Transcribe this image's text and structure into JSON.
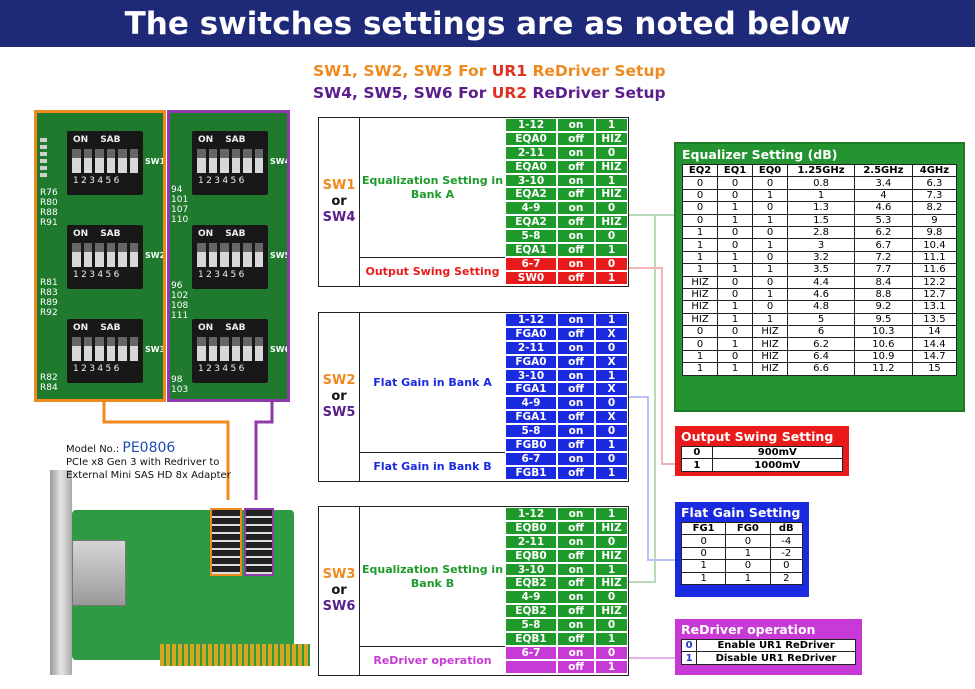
{
  "title": "The switches settings are as noted below",
  "subtitle1": {
    "prefix": "SW1, SW2, SW3 For ",
    "highlight": "UR1",
    "suffix": " ReDriver Setup"
  },
  "subtitle2": {
    "prefix": "SW4, SW5, SW6 For ",
    "highlight": "UR2",
    "suffix": " ReDriver Setup"
  },
  "photo": {
    "dip_on": "ON",
    "dip_sab": "SAB",
    "dip_nums": "123456",
    "left_labels": [
      "SW1",
      "SW2",
      "SW3"
    ],
    "right_labels": [
      "SW4",
      "SW5",
      "SW6"
    ],
    "left_res1": [
      "R76",
      "R80",
      "R88",
      "R91"
    ],
    "left_res2": [
      "R81",
      "R83",
      "R89",
      "R92"
    ],
    "left_res3": [
      "R82",
      "R84"
    ],
    "right_res1": [
      "94",
      "101",
      "107",
      "110"
    ],
    "right_res2": [
      "96",
      "102",
      "108",
      "111"
    ],
    "right_res3": [
      "98",
      "103"
    ]
  },
  "card": {
    "model_label": "Model No.:",
    "model_number": "PE0806",
    "desc_line1": "PCIe x8 Gen 3 with Redriver to",
    "desc_line2": "External Mini SAS HD 8x Adapter"
  },
  "blocks": [
    {
      "sw_a": "SW1",
      "or": "or",
      "sw_b": "SW4",
      "descs": [
        {
          "text": "Equalization Setting in Bank A",
          "color": "#1e9a2a"
        },
        {
          "text": "Output Swing Setting",
          "color": "#e81a1a"
        }
      ],
      "rows": [
        [
          "1-12",
          "on",
          "1",
          "#1e9a2a"
        ],
        [
          "EQA0",
          "off",
          "HIZ",
          "#1e9a2a"
        ],
        [
          "2-11",
          "on",
          "0",
          "#1e9a2a"
        ],
        [
          "EQA0",
          "off",
          "HIZ",
          "#1e9a2a"
        ],
        [
          "3-10",
          "on",
          "1",
          "#1e9a2a"
        ],
        [
          "EQA2",
          "off",
          "HIZ",
          "#1e9a2a"
        ],
        [
          "4-9",
          "on",
          "0",
          "#1e9a2a"
        ],
        [
          "EQA2",
          "off",
          "HIZ",
          "#1e9a2a"
        ],
        [
          "5-8",
          "on",
          "0",
          "#1e9a2a"
        ],
        [
          "EQA1",
          "off",
          "1",
          "#1e9a2a"
        ],
        [
          "6-7",
          "on",
          "0",
          "#e81a1a"
        ],
        [
          "SW0",
          "off",
          "1",
          "#e81a1a"
        ]
      ]
    },
    {
      "sw_a": "SW2",
      "or": "or",
      "sw_b": "SW5",
      "descs": [
        {
          "text": "Flat Gain in Bank A",
          "color": "#1a2ae0"
        },
        {
          "text": "Flat Gain in Bank B",
          "color": "#1a2ae0"
        }
      ],
      "rows": [
        [
          "1-12",
          "on",
          "1",
          "#1a2ae0"
        ],
        [
          "FGA0",
          "off",
          "X",
          "#1a2ae0"
        ],
        [
          "2-11",
          "on",
          "0",
          "#1a2ae0"
        ],
        [
          "FGA0",
          "off",
          "X",
          "#1a2ae0"
        ],
        [
          "3-10",
          "on",
          "1",
          "#1a2ae0"
        ],
        [
          "FGA1",
          "off",
          "X",
          "#1a2ae0"
        ],
        [
          "4-9",
          "on",
          "0",
          "#1a2ae0"
        ],
        [
          "FGA1",
          "off",
          "X",
          "#1a2ae0"
        ],
        [
          "5-8",
          "on",
          "0",
          "#1a2ae0"
        ],
        [
          "FGB0",
          "off",
          "1",
          "#1a2ae0"
        ],
        [
          "6-7",
          "on",
          "0",
          "#1a2ae0"
        ],
        [
          "FGB1",
          "off",
          "1",
          "#1a2ae0"
        ]
      ]
    },
    {
      "sw_a": "SW3",
      "or": "or",
      "sw_b": "SW6",
      "descs": [
        {
          "text": "Equalization Setting in Bank B",
          "color": "#1e9a2a"
        },
        {
          "text": "ReDriver operation",
          "color": "#c83ad6"
        }
      ],
      "rows": [
        [
          "1-12",
          "on",
          "1",
          "#1e9a2a"
        ],
        [
          "EQB0",
          "off",
          "HIZ",
          "#1e9a2a"
        ],
        [
          "2-11",
          "on",
          "0",
          "#1e9a2a"
        ],
        [
          "EQB0",
          "off",
          "HIZ",
          "#1e9a2a"
        ],
        [
          "3-10",
          "on",
          "1",
          "#1e9a2a"
        ],
        [
          "EQB2",
          "off",
          "HIZ",
          "#1e9a2a"
        ],
        [
          "4-9",
          "on",
          "0",
          "#1e9a2a"
        ],
        [
          "EQB2",
          "off",
          "HIZ",
          "#1e9a2a"
        ],
        [
          "5-8",
          "on",
          "0",
          "#1e9a2a"
        ],
        [
          "EQB1",
          "off",
          "1",
          "#1e9a2a"
        ],
        [
          "6-7",
          "on",
          "0",
          "#c83ad6"
        ],
        [
          "",
          "off",
          "1",
          "#c83ad6"
        ]
      ]
    }
  ],
  "equalizer": {
    "title": "Equalizer Setting (dB)",
    "headers": [
      "EQ2",
      "EQ1",
      "EQ0",
      "1.25GHz",
      "2.5GHz",
      "4GHz"
    ],
    "rows": [
      [
        "0",
        "0",
        "0",
        "0.8",
        "3.4",
        "6.3"
      ],
      [
        "0",
        "0",
        "1",
        "1",
        "4",
        "7.3"
      ],
      [
        "0",
        "1",
        "0",
        "1.3",
        "4.6",
        "8.2"
      ],
      [
        "0",
        "1",
        "1",
        "1.5",
        "5.3",
        "9"
      ],
      [
        "1",
        "0",
        "0",
        "2.8",
        "6.2",
        "9.8"
      ],
      [
        "1",
        "0",
        "1",
        "3",
        "6.7",
        "10.4"
      ],
      [
        "1",
        "1",
        "0",
        "3.2",
        "7.2",
        "11.1"
      ],
      [
        "1",
        "1",
        "1",
        "3.5",
        "7.7",
        "11.6"
      ],
      [
        "HIZ",
        "0",
        "0",
        "4.4",
        "8.4",
        "12.2"
      ],
      [
        "HIZ",
        "0",
        "1",
        "4.6",
        "8.8",
        "12.7"
      ],
      [
        "HIZ",
        "1",
        "0",
        "4.8",
        "9.2",
        "13.1"
      ],
      [
        "HIZ",
        "1",
        "1",
        "5",
        "9.5",
        "13.5"
      ],
      [
        "0",
        "0",
        "HIZ",
        "6",
        "10.3",
        "14"
      ],
      [
        "0",
        "1",
        "HIZ",
        "6.2",
        "10.6",
        "14.4"
      ],
      [
        "1",
        "0",
        "HIZ",
        "6.4",
        "10.9",
        "14.7"
      ],
      [
        "1",
        "1",
        "HIZ",
        "6.6",
        "11.2",
        "15"
      ]
    ]
  },
  "output_swing": {
    "title": "Output Swing Setting",
    "rows": [
      [
        "0",
        "900mV"
      ],
      [
        "1",
        "1000mV"
      ]
    ]
  },
  "flat_gain": {
    "title": "Flat Gain Setting",
    "headers": [
      "FG1",
      "FG0",
      "dB"
    ],
    "rows": [
      [
        "0",
        "0",
        "-4"
      ],
      [
        "0",
        "1",
        "-2"
      ],
      [
        "1",
        "0",
        "0"
      ],
      [
        "1",
        "1",
        "2"
      ]
    ]
  },
  "redriver": {
    "title": "ReDriver operation",
    "rows": [
      [
        "0",
        "Enable UR1 ReDriver"
      ],
      [
        "1",
        "Disable UR1 ReDriver"
      ]
    ]
  },
  "colors": {
    "banner": "#1e2a78",
    "orange": "#f08a1e",
    "purple": "#5a1e8c",
    "green": "#1e9a2a",
    "red": "#e81a1a",
    "blue": "#1a2ae0",
    "magenta": "#c83ad6"
  }
}
